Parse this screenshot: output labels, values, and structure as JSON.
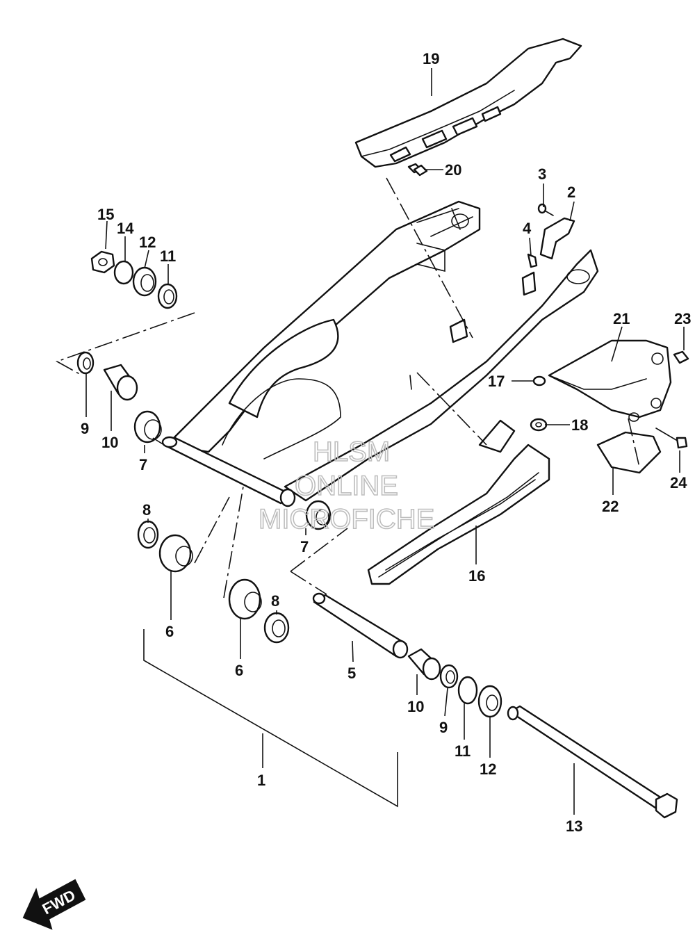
{
  "diagram": {
    "parts": [
      {
        "id": "p1",
        "label": "1"
      },
      {
        "id": "p2",
        "label": "2"
      },
      {
        "id": "p3",
        "label": "3"
      },
      {
        "id": "p4",
        "label": "4"
      },
      {
        "id": "p5",
        "label": "5"
      },
      {
        "id": "p6a",
        "label": "6"
      },
      {
        "id": "p6b",
        "label": "6"
      },
      {
        "id": "p7a",
        "label": "7"
      },
      {
        "id": "p7b",
        "label": "7"
      },
      {
        "id": "p8a",
        "label": "8"
      },
      {
        "id": "p8b",
        "label": "8"
      },
      {
        "id": "p9a",
        "label": "9"
      },
      {
        "id": "p9b",
        "label": "9"
      },
      {
        "id": "p10a",
        "label": "10"
      },
      {
        "id": "p10b",
        "label": "10"
      },
      {
        "id": "p11a",
        "label": "11"
      },
      {
        "id": "p11b",
        "label": "11"
      },
      {
        "id": "p12a",
        "label": "12"
      },
      {
        "id": "p12b",
        "label": "12"
      },
      {
        "id": "p13",
        "label": "13"
      },
      {
        "id": "p14",
        "label": "14"
      },
      {
        "id": "p15",
        "label": "15"
      },
      {
        "id": "p16",
        "label": "16"
      },
      {
        "id": "p17",
        "label": "17"
      },
      {
        "id": "p18",
        "label": "18"
      },
      {
        "id": "p19",
        "label": "19"
      },
      {
        "id": "p20",
        "label": "20"
      },
      {
        "id": "p21",
        "label": "21"
      },
      {
        "id": "p22",
        "label": "22"
      },
      {
        "id": "p23",
        "label": "23"
      },
      {
        "id": "p24",
        "label": "24"
      }
    ]
  },
  "watermark": {
    "line1": "HLSM",
    "line2": "ONLINE",
    "line3": "MICROFICHE"
  },
  "direction_badge": {
    "label": "FWD",
    "icon": "arrow-fwd-icon"
  }
}
